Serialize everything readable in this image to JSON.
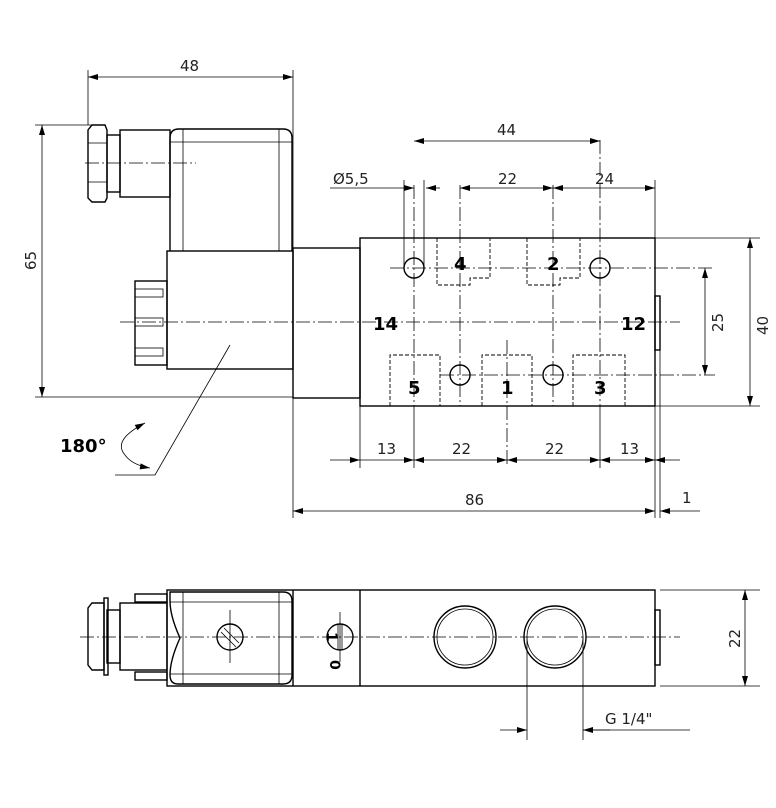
{
  "drawing": {
    "title": "5/2 solenoid valve dimension drawing",
    "dimensions": {
      "connector_width": "48",
      "overall_height": "65",
      "hole_spacing": "44",
      "hole_diameter": "Ø5,5",
      "port_spacing_top": "22",
      "hole_offset": "24",
      "hole_vertical_spacing": "25",
      "body_height": "40",
      "edge_left": "13",
      "pitch_1": "22",
      "pitch_2": "22",
      "edge_right": "13",
      "overall_length": "86",
      "plug_length": "1",
      "body_thickness": "22",
      "thread": "G 1/4\""
    },
    "ports": {
      "p4": "4",
      "p2": "2",
      "p5": "5",
      "p1": "1",
      "p3": "3",
      "p14": "14",
      "p12": "12"
    },
    "rotation_note": "180°",
    "switch_labels": {
      "on": "1",
      "off": "0"
    }
  }
}
